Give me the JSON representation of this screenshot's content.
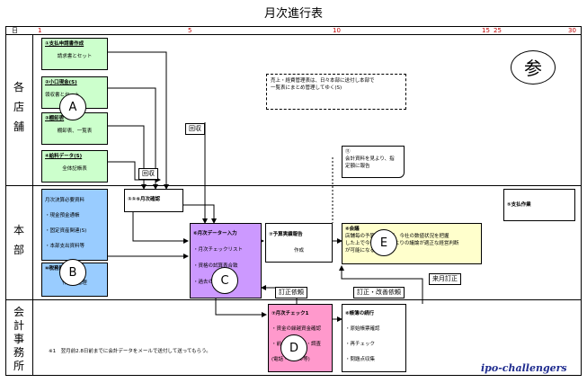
{
  "title": "月次進行表",
  "scale": {
    "header": "日",
    "ticks": [
      "1",
      "5",
      "10",
      "15",
      "25",
      "30"
    ]
  },
  "lanes": {
    "stores": [
      "各",
      "店",
      "舗"
    ],
    "hq": [
      "本",
      "部"
    ],
    "accounting": [
      "会",
      "計",
      "事",
      "務",
      "所"
    ]
  },
  "stamp": "参",
  "note_dashed": {
    "line1": "売上・経費管理表は、日々本部に送付し本部で",
    "line2": "一覧表にまとめ管理してゆく(S)"
  },
  "doc_note": {
    "line1": "⑪",
    "line2": "会計資料を見より、指",
    "line3": "定額に報告"
  },
  "store_boxes": [
    {
      "title": "①支払申請書作成",
      "sub": "請求書とセット"
    },
    {
      "title": "②小口現金(S)",
      "sub": "領収書とセット"
    },
    {
      "title": "③棚卸表",
      "sub": "棚卸表、一覧表"
    },
    {
      "title": "④給料データ(S)",
      "sub": "全体記帳表"
    }
  ],
  "hq_blue": {
    "lines": [
      "月次決算必要資料",
      "・現金預金通帳",
      "・固定資産関連(S)",
      "・本部支出資料等"
    ]
  },
  "hq_blue2": {
    "title": "⑩税務関係管理",
    "sub": "作成・管理"
  },
  "hq_mid": {
    "title": "①①⑥月次確認"
  },
  "hq_purple": {
    "lines": [
      "⑥月次データー入力",
      "・月次チェックリスト",
      "・資格の試算表合致",
      "・過去の特表確認"
    ]
  },
  "hq_white2": {
    "title": "⑦予算実績報告",
    "sub": "作成"
  },
  "hq_yellow": {
    "title": "⑧会議",
    "lines": [
      "店舗毎の予算実績及び、今社の数値状況を把握",
      "した上で今後の方針によりの議論が適正な経営判断",
      "が可能になる"
    ]
  },
  "hq_right": {
    "title": "⑤支払作業"
  },
  "acc_pink": {
    "lines": [
      "⑦月次チェック1",
      "・資金の繰越資金確認",
      "・前月との比較・調査",
      "(電話・メール等)"
    ]
  },
  "acc_white": {
    "lines": [
      "⑧帳簿の続行",
      "・原始帳票確認",
      "・再チェック",
      "・問題点収集"
    ]
  },
  "tags": {
    "kaishu1": "回収",
    "kaishu2": "回収",
    "teisei1": "訂正依頼",
    "teisei2": "訂正・改善依頼",
    "getsuji": "来月訂正"
  },
  "circles": {
    "a": "A",
    "b": "B",
    "c": "C",
    "d": "D",
    "e": "E"
  },
  "footnote": "※1　翌月前2.8日前までに会計データをメールで送付して送ってもらう。",
  "watermark": "ipo-challengers"
}
